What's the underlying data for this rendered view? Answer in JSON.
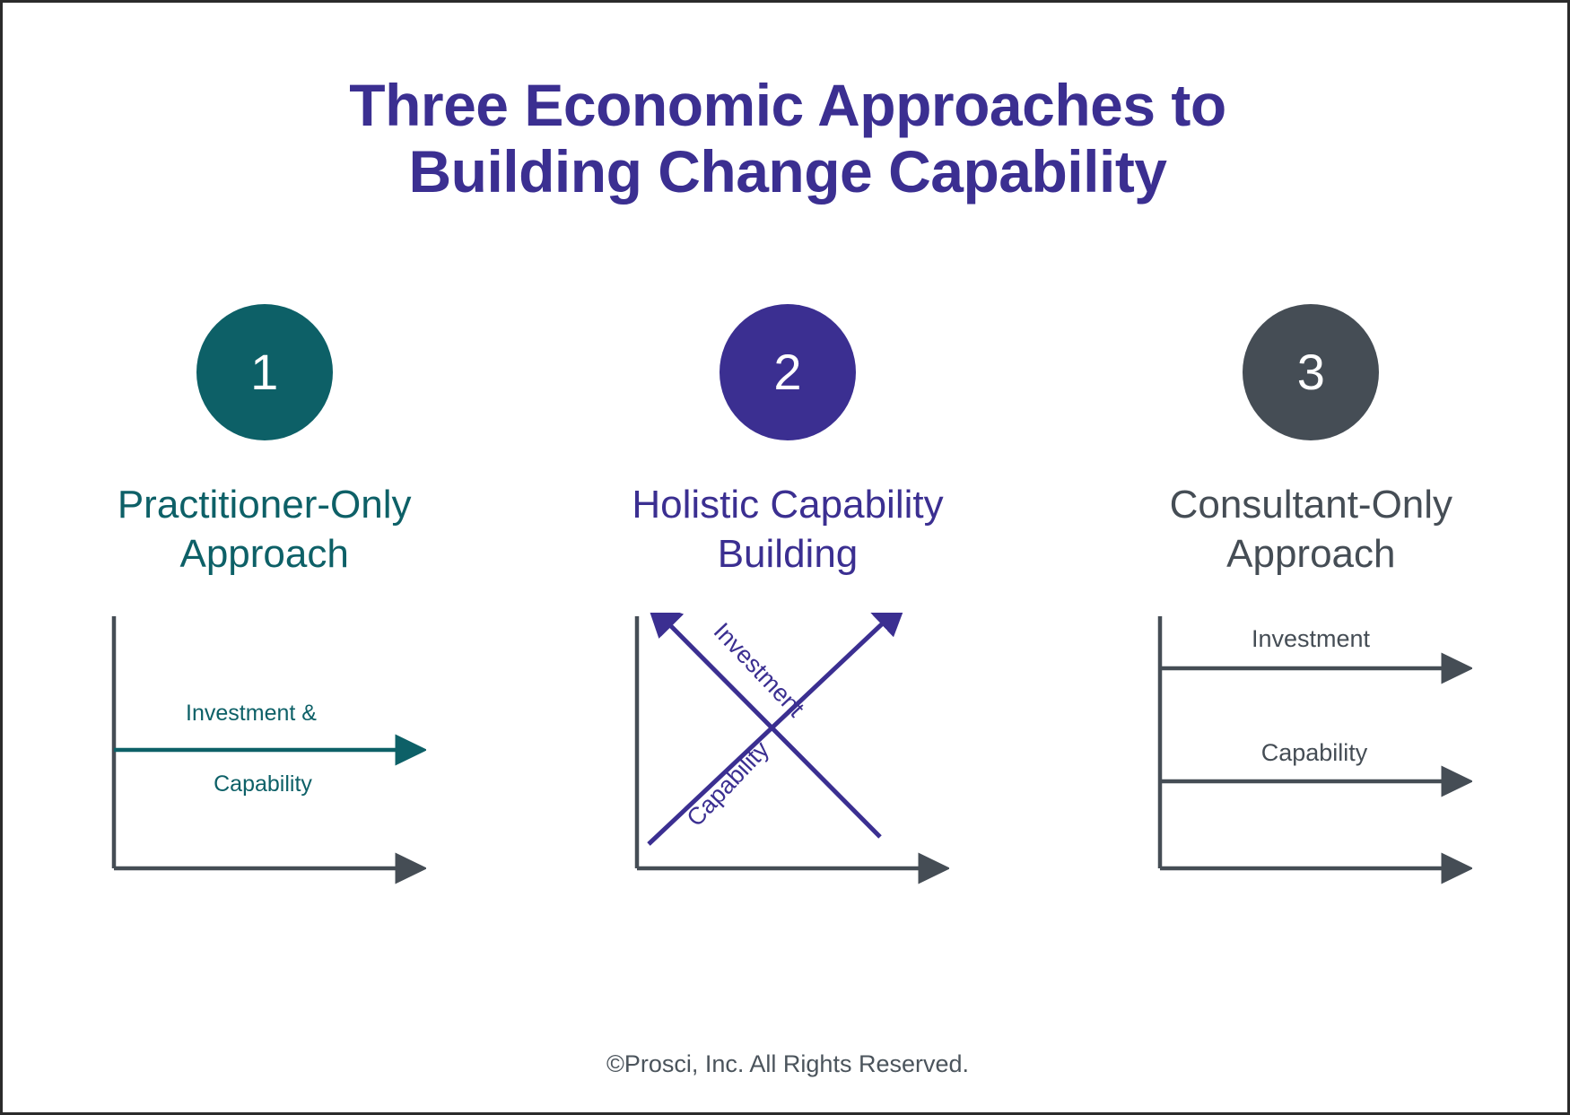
{
  "slide": {
    "title_line1": "Three Economic Approaches to",
    "title_line2": "Building Change Capability",
    "title_color": "#3b2f91",
    "background": "#ffffff",
    "border_color": "#2b2b2b"
  },
  "columns": [
    {
      "number": "1",
      "badge_color": "#0d6067",
      "heading_line1": "Practitioner-Only",
      "heading_line2": "Approach",
      "heading_color": "#0d6067"
    },
    {
      "number": "2",
      "badge_color": "#3b2f91",
      "heading_line1": "Holistic Capability",
      "heading_line2": "Building",
      "heading_color": "#3b2f91"
    },
    {
      "number": "3",
      "badge_color": "#454d55",
      "heading_line1": "Consultant-Only",
      "heading_line2": "Approach",
      "heading_color": "#454d55"
    }
  ],
  "footer": {
    "copyright": "©Prosci, Inc. All Rights Reserved.",
    "color": "#4b545c"
  },
  "chart_data": [
    {
      "type": "line",
      "title": "Practitioner-Only Approach",
      "axis_color": "#454d55",
      "series_color": "#0d6067",
      "grid": false,
      "xlabel": "",
      "ylabel": "",
      "series": [
        {
          "name": "Investment & Capability",
          "label_above": "Investment &",
          "label_below": "Capability",
          "shape": "flat",
          "y_start": 0.5,
          "y_end": 0.5,
          "arrow": "right"
        }
      ],
      "axes": {
        "y_axis": true,
        "x_axis_arrow": true
      }
    },
    {
      "type": "line",
      "title": "Holistic Capability Building",
      "axis_color": "#454d55",
      "series_color": "#3b2f91",
      "grid": false,
      "xlabel": "",
      "ylabel": "",
      "series": [
        {
          "name": "Investment",
          "label": "Investment",
          "shape": "decreasing",
          "y_start": 0.95,
          "y_end": 0.08,
          "arrow": "up-left",
          "label_rotation_deg": 47
        },
        {
          "name": "Capability",
          "label": "Capability",
          "shape": "increasing",
          "y_start": 0.05,
          "y_end": 0.95,
          "arrow": "up-right",
          "label_rotation_deg": -47
        }
      ],
      "axes": {
        "y_axis": true,
        "x_axis_arrow": true
      }
    },
    {
      "type": "line",
      "title": "Consultant-Only Approach",
      "axis_color": "#454d55",
      "series_color": "#454d55",
      "grid": false,
      "xlabel": "",
      "ylabel": "",
      "series": [
        {
          "name": "Investment",
          "label": "Investment",
          "shape": "flat",
          "y_level": 0.83,
          "arrow": "right"
        },
        {
          "name": "Capability",
          "label": "Capability",
          "shape": "flat",
          "y_level": 0.34,
          "arrow": "right"
        },
        {
          "name": "baseline",
          "label": "",
          "shape": "flat",
          "y_level": 0.0,
          "arrow": "right"
        }
      ],
      "axes": {
        "y_axis": true,
        "x_axis_arrow": true
      }
    }
  ]
}
